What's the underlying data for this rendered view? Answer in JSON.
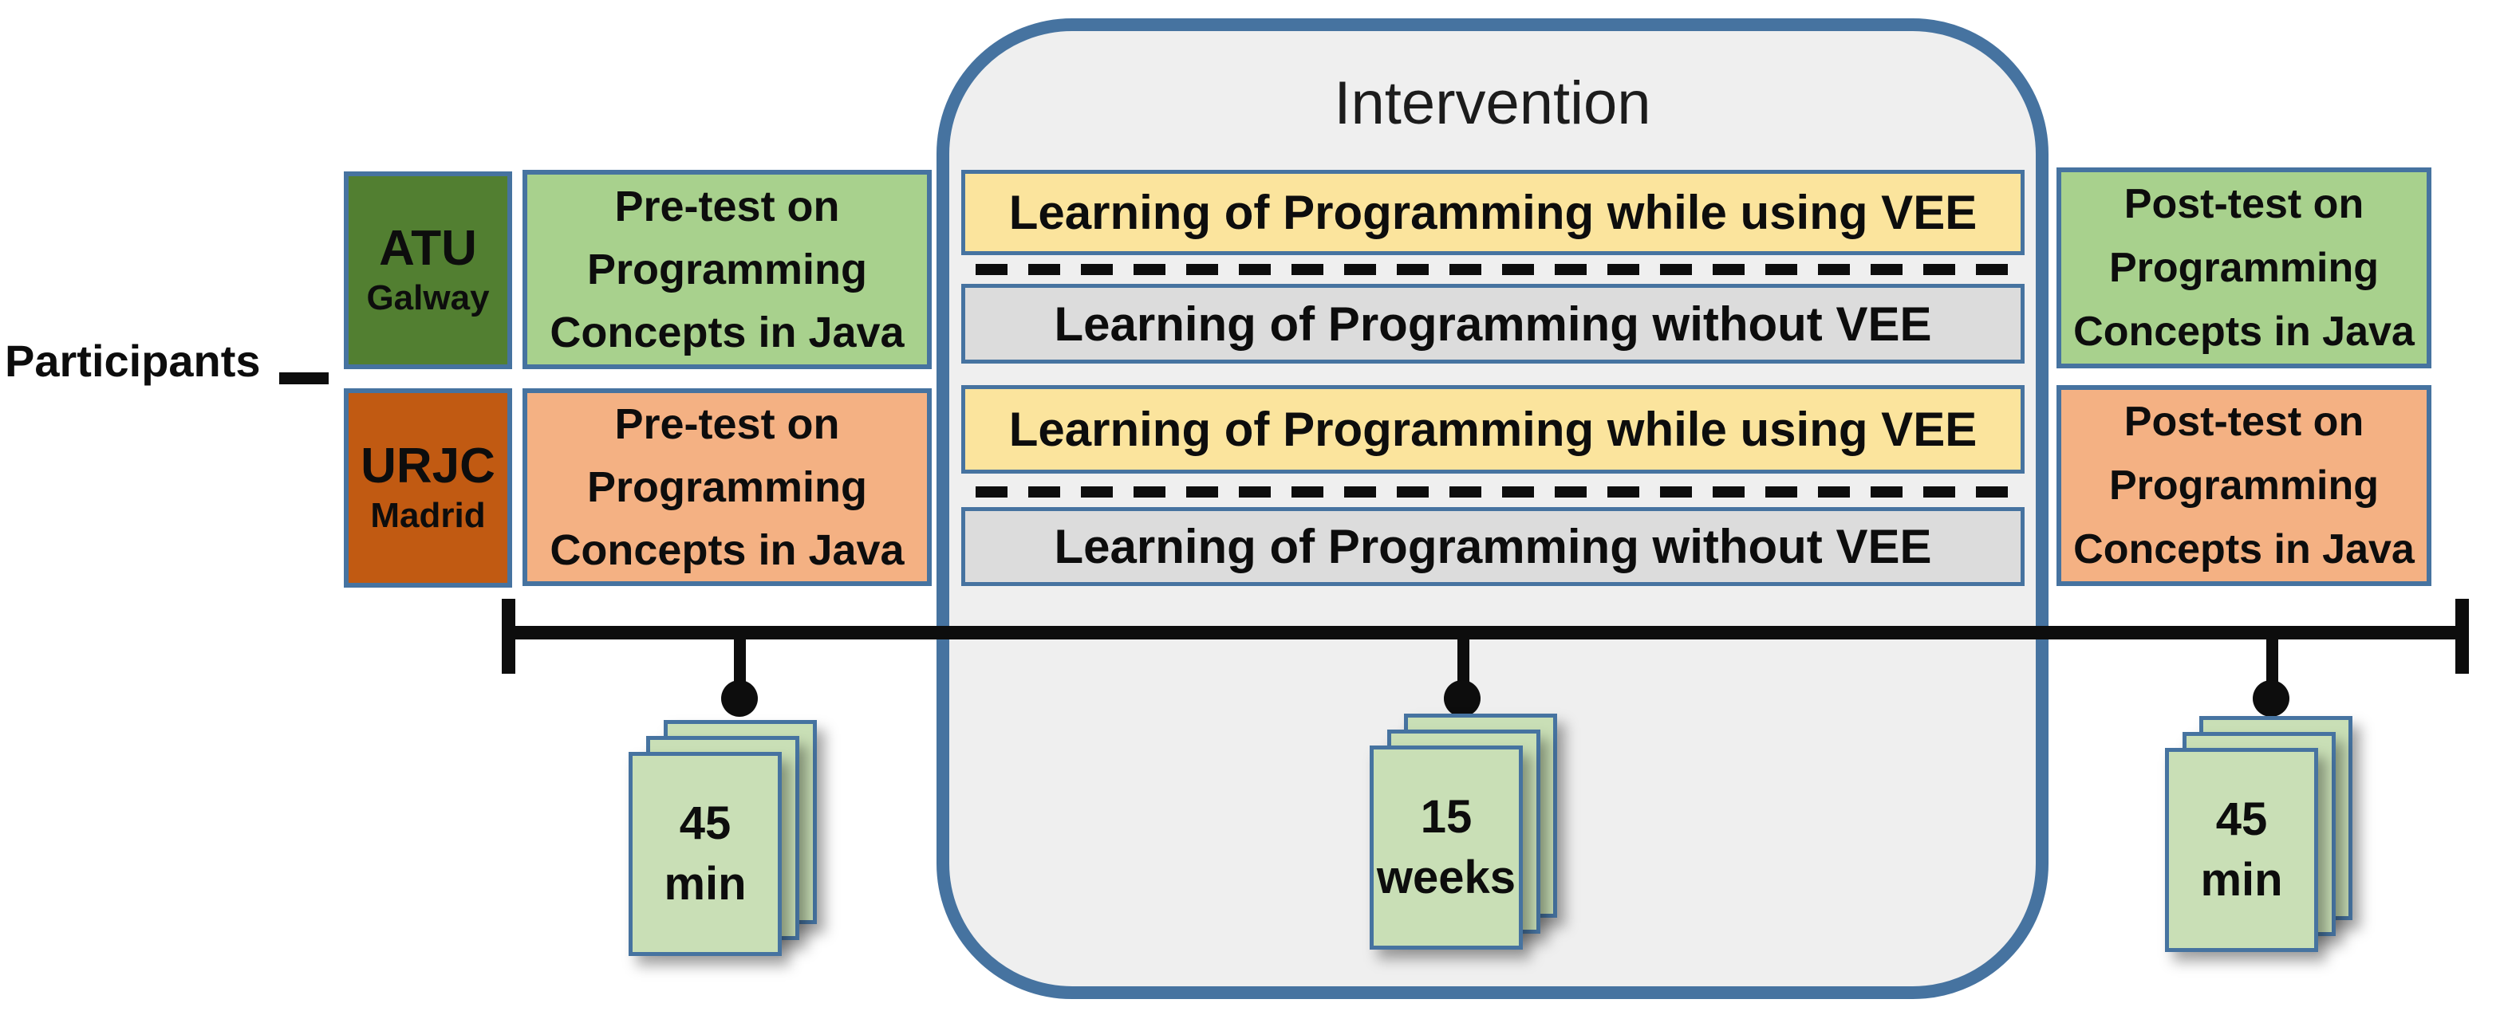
{
  "title": "Intervention",
  "participants_label": "Participants",
  "groups": [
    {
      "institution": "ATU",
      "location": "Galway",
      "pretest_lines": [
        "Pre-test on",
        "Programming",
        "Concepts in Java"
      ],
      "condition_vee": "Learning of Programming while using VEE",
      "condition_no_vee": "Learning of Programming without VEE",
      "posttest_lines": [
        "Post-test on",
        "Programming",
        "Concepts in Java"
      ]
    },
    {
      "institution": "URJC",
      "location": "Madrid",
      "pretest_lines": [
        "Pre-test on",
        "Programming",
        "Concepts in Java"
      ],
      "condition_vee": "Learning of Programming while using VEE",
      "condition_no_vee": "Learning of Programming without VEE",
      "posttest_lines": [
        "Post-test on",
        "Programming",
        "Concepts in Java"
      ]
    }
  ],
  "timeline": {
    "milestones": [
      {
        "duration_lines": [
          "45",
          "min"
        ]
      },
      {
        "duration_lines": [
          "15",
          "weeks"
        ]
      },
      {
        "duration_lines": [
          "45",
          "min"
        ]
      }
    ]
  },
  "colors": {
    "institution_green": "#527f31",
    "institution_orange": "#c15a12",
    "test_green": "#a8d18d",
    "test_orange": "#f4b183",
    "condition_yellow": "#fbe49d",
    "condition_gray": "#dcdcdc",
    "intervention_fill": "#efefef",
    "outline_blue": "#4673a0",
    "document_green": "#c9dfb6",
    "line_black": "#0d0d0d"
  }
}
